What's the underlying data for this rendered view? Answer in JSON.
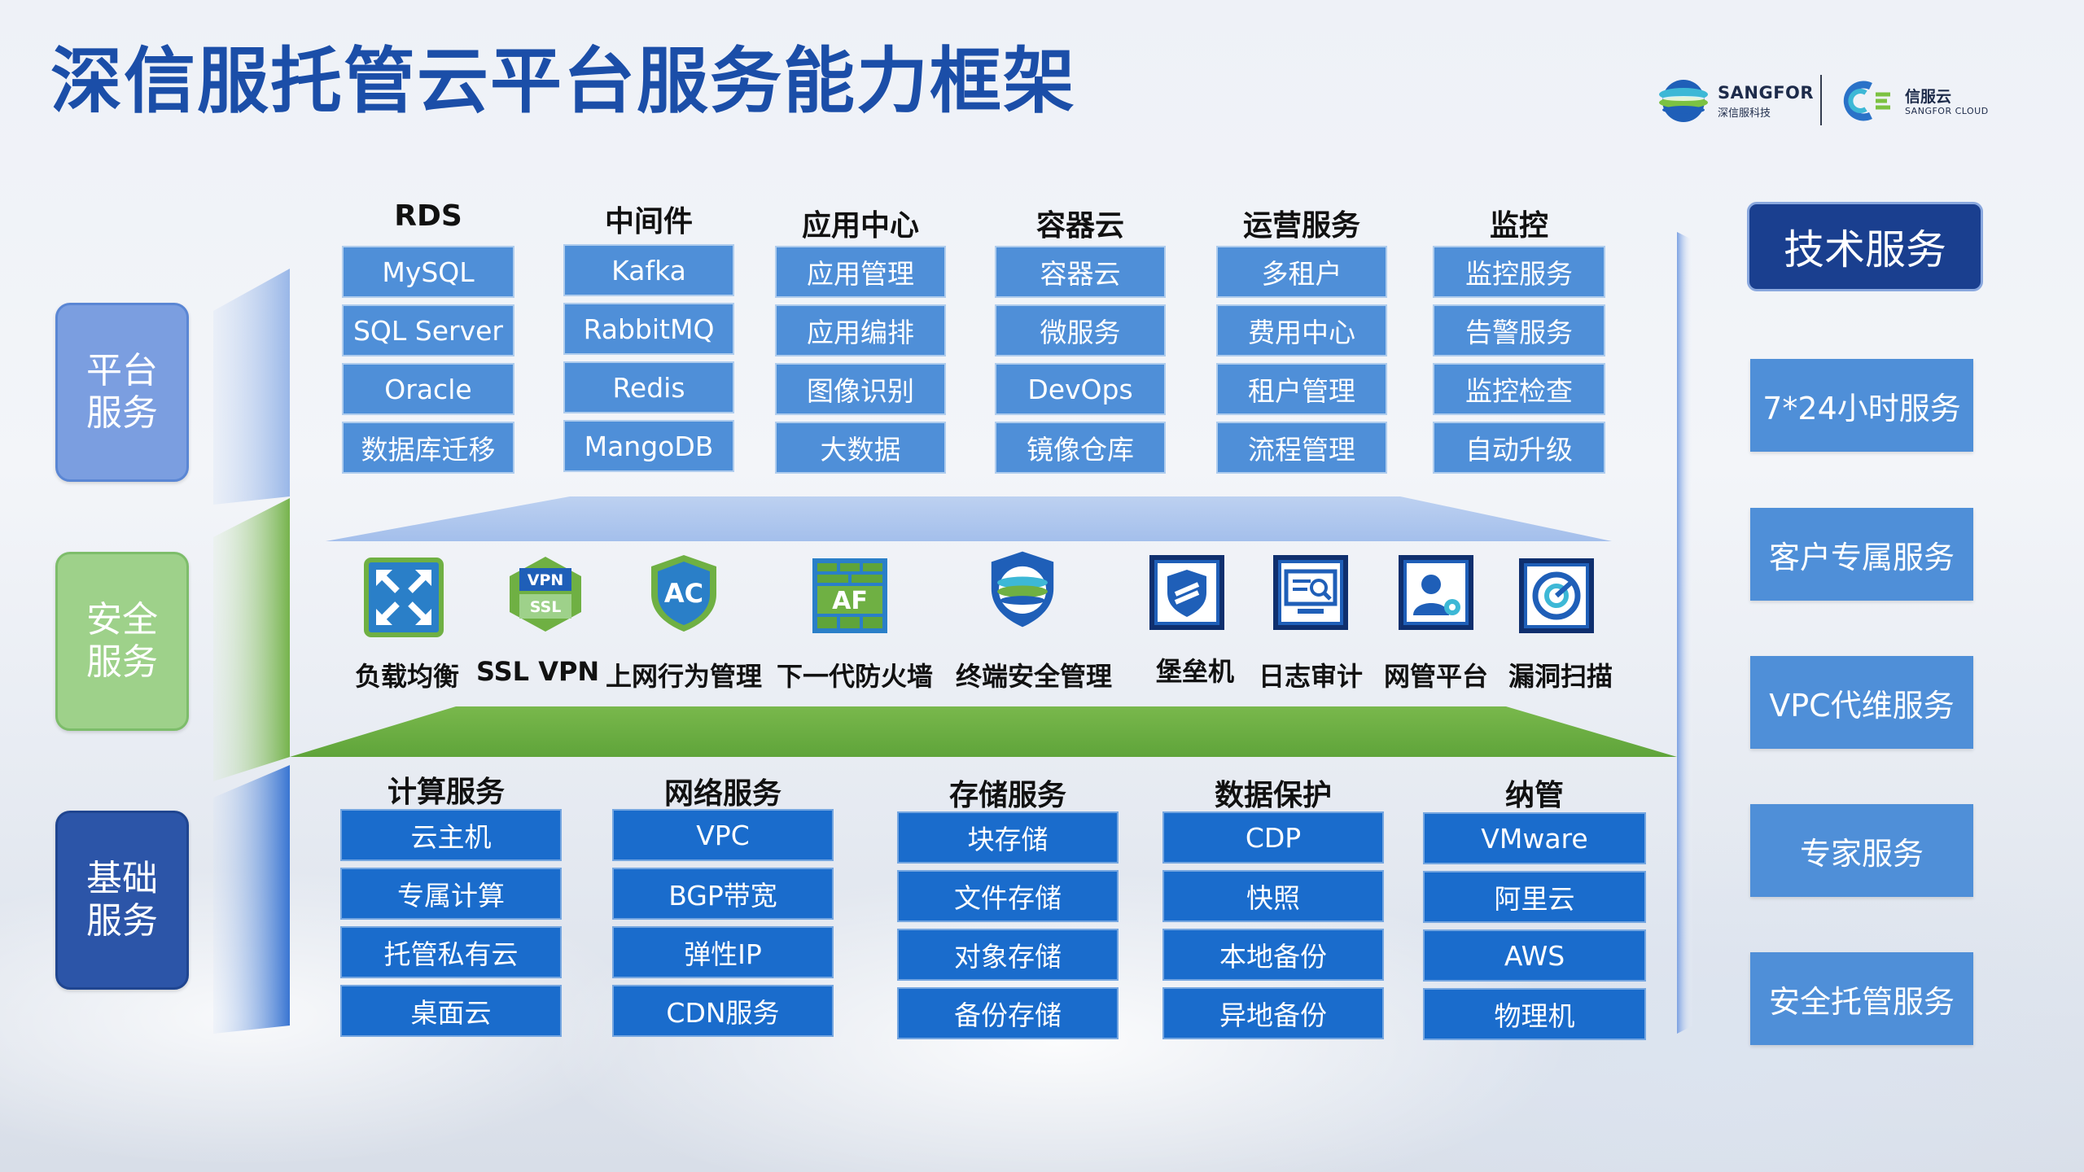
{
  "title": "深信服托管云平台服务能力框架",
  "logos": {
    "sangfor_name": "SANGFOR",
    "sangfor_sub": "深信服科技",
    "cloud_name": "信服云",
    "cloud_sub": "SANGFOR CLOUD"
  },
  "categories": {
    "platform": "平台\n服务",
    "security": "安全\n服务",
    "infra": "基础\n服务"
  },
  "platform_columns": [
    {
      "header": "RDS",
      "items": [
        "MySQL",
        "SQL Server",
        "Oracle",
        "数据库迁移"
      ]
    },
    {
      "header": "中间件",
      "items": [
        "Kafka",
        "RabbitMQ",
        "Redis",
        "MangoDB"
      ]
    },
    {
      "header": "应用中心",
      "items": [
        "应用管理",
        "应用编排",
        "图像识别",
        "大数据"
      ]
    },
    {
      "header": "容器云",
      "items": [
        "容器云",
        "微服务",
        "DevOps",
        "镜像仓库"
      ]
    },
    {
      "header": "运营服务",
      "items": [
        "多租户",
        "费用中心",
        "租户管理",
        "流程管理"
      ]
    },
    {
      "header": "监控",
      "items": [
        "监控服务",
        "告警服务",
        "监控检查",
        "自动升级"
      ]
    }
  ],
  "security_items": [
    {
      "label": "负载均衡",
      "icon": "load-balance-icon"
    },
    {
      "label": "SSL VPN",
      "icon": "ssl-vpn-icon",
      "icon_text_top": "VPN",
      "icon_text_bottom": "SSL"
    },
    {
      "label": "上网行为管理",
      "icon": "ac-shield-icon",
      "icon_text": "AC"
    },
    {
      "label": "下一代防火墙",
      "icon": "firewall-icon",
      "icon_text": "AF"
    },
    {
      "label": "终端安全管理",
      "icon": "endpoint-security-icon"
    },
    {
      "label": "堡垒机",
      "icon": "bastion-host-icon"
    },
    {
      "label": "日志审计",
      "icon": "log-audit-icon"
    },
    {
      "label": "网管平台",
      "icon": "network-management-icon"
    },
    {
      "label": "漏洞扫描",
      "icon": "vulnerability-scan-icon"
    }
  ],
  "infra_columns": [
    {
      "header": "计算服务",
      "items": [
        "云主机",
        "专属计算",
        "托管私有云",
        "桌面云"
      ]
    },
    {
      "header": "网络服务",
      "items": [
        "VPC",
        "BGP带宽",
        "弹性IP",
        "CDN服务"
      ]
    },
    {
      "header": "存储服务",
      "items": [
        "块存储",
        "文件存储",
        "对象存储",
        "备份存储"
      ]
    },
    {
      "header": "数据保护",
      "items": [
        "CDP",
        "快照",
        "本地备份",
        "异地备份"
      ]
    },
    {
      "header": "纳管",
      "items": [
        "VMware",
        "阿里云",
        "AWS",
        "物理机"
      ]
    }
  ],
  "tech_services": {
    "title": "技术服务",
    "items": [
      "7*24小时服务",
      "客户专属服务",
      "VPC代维服务",
      "专家服务",
      "安全托管服务"
    ]
  },
  "colors": {
    "title": "#1b4ea8",
    "platform_cell": "#4f8fd8",
    "infra_cell": "#1a6ccc",
    "security_band": "#6fb043",
    "platform_band": "#a9c3ec"
  }
}
